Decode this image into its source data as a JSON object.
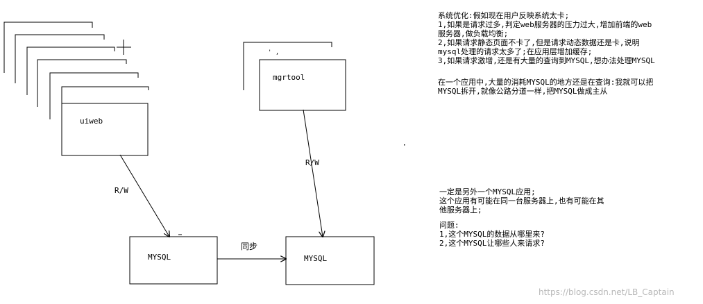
{
  "diagram": {
    "boxes": {
      "uiweb": "uiweb",
      "mgrtool": "mgrtool",
      "mysql_left": "MYSQL",
      "mysql_right": "MYSQL"
    },
    "edges": {
      "uiweb_to_mysql": "R/W",
      "mgrtool_to_mysql": "R/W",
      "sync": "同步"
    },
    "stray_mark": "' ,"
  },
  "notes": {
    "optimization": [
      "系统优化:假如现在用户反映系统太卡;",
      "1,如果是请求过多,判定web服务器的压力过大,增加前端的web",
      "服务器,做负载均衡;",
      "2,如果请求静态页面不卡了,但是请求动态数据还是卡,说明",
      "mysql处理的请求太多了;在应用层增加缓存;",
      "3,如果请求激增,还是有大量的查询到MYSQL,想办法处理MYSQL"
    ],
    "split": [
      "在一个应用中,大量的消耗MYSQL的地方还是在查询:我就可以把",
      "MYSQL拆开,就像公路分道一样,把MYSQL做成主从"
    ],
    "another_app": [
      "一定是另外一个MYSQL应用;",
      "这个应用有可能在同一台服务器上,也有可能在其",
      "他服务器上;"
    ],
    "questions": [
      "问题:",
      "1,这个MYSQL的数据从哪里来?",
      "2,这个MYSQL让哪些人来请求?"
    ]
  },
  "watermark": "https://blog.csdn.net/LB_Captain"
}
